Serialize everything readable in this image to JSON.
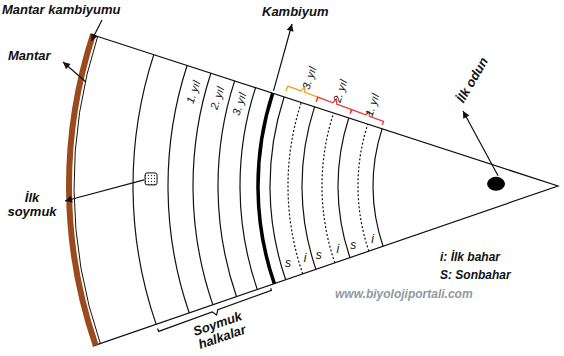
{
  "diagram": {
    "labels": [
      "Mantar kambiyumu",
      "Mantar",
      "İlk soymuk",
      "Kambiyum",
      "1. yıl",
      "2. yıl",
      "3. yıl",
      "3. yıl",
      "2. yıl",
      "1. yıl",
      "İlk odun",
      "i: İlk bahar",
      "S: Sonbahar",
      "s",
      "i",
      "s",
      "i",
      "s",
      "i",
      "Soymuk halkalar",
      "www.biyolojiportali.com"
    ]
  }
}
